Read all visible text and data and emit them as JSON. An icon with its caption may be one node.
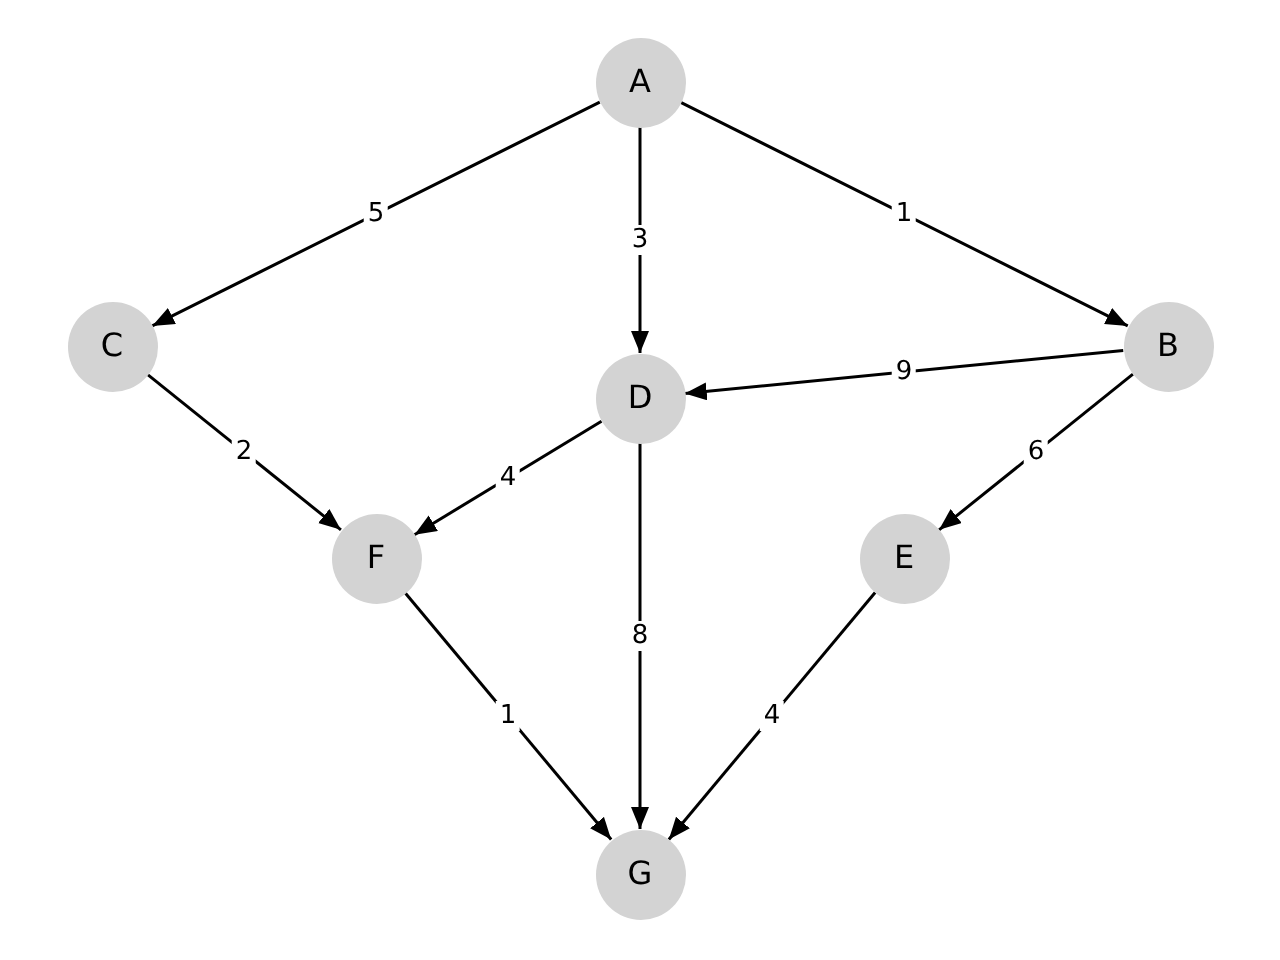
{
  "diagram": {
    "nodes": [
      {
        "text": [
          "A"
        ]
      },
      {
        "text": [
          "C"
        ]
      },
      {
        "text": [
          "B"
        ]
      },
      {
        "text": [
          "D"
        ]
      },
      {
        "text": [
          "F"
        ]
      },
      {
        "text": [
          "E"
        ]
      },
      {
        "text": [
          "G"
        ]
      }
    ],
    "edges": [
      {
        "from": 0,
        "to": 1,
        "arrow": "to",
        "label": "5"
      },
      {
        "from": 0,
        "to": 3,
        "arrow": "to",
        "label": "3"
      },
      {
        "from": 0,
        "to": 2,
        "arrow": "to",
        "label": "1"
      },
      {
        "from": 1,
        "to": 4,
        "arrow": "to",
        "label": "2"
      },
      {
        "from": 2,
        "to": 3,
        "arrow": "to",
        "label": "9"
      },
      {
        "from": 3,
        "to": 4,
        "arrow": "to",
        "label": "4"
      },
      {
        "from": 2,
        "to": 5,
        "arrow": "to",
        "label": "6"
      },
      {
        "from": 4,
        "to": 6,
        "arrow": "to",
        "label": "1"
      },
      {
        "from": 3,
        "to": 6,
        "arrow": "to",
        "label": "8"
      },
      {
        "from": 5,
        "to": 6,
        "arrow": "to",
        "label": "4"
      }
    ]
  }
}
